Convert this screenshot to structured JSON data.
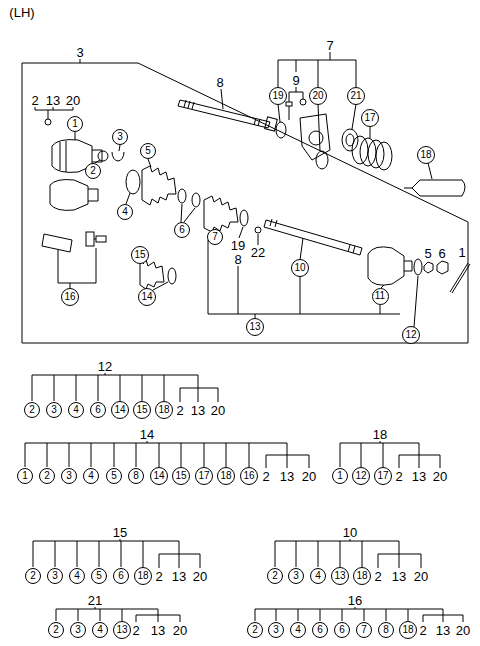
{
  "diagram": {
    "nodes": [
      {
        "text": [
          "19"
        ]
      },
      {
        "text": [
          "20"
        ]
      },
      {
        "text": [
          "21"
        ]
      },
      {
        "text": [
          "17"
        ]
      },
      {
        "text": [
          "18"
        ]
      },
      {
        "text": [
          "1"
        ]
      },
      {
        "text": [
          "3"
        ]
      },
      {
        "text": [
          "5"
        ]
      },
      {
        "text": [
          "2"
        ]
      },
      {
        "text": [
          "4"
        ]
      },
      {
        "text": [
          "6"
        ]
      },
      {
        "text": [
          "7"
        ]
      },
      {
        "text": [
          "15"
        ]
      },
      {
        "text": [
          "10"
        ]
      },
      {
        "text": [
          "11"
        ]
      },
      {
        "text": [
          "16"
        ]
      },
      {
        "text": [
          "14"
        ]
      },
      {
        "text": [
          "13"
        ]
      },
      {
        "text": [
          "12"
        ]
      },
      {
        "text": [
          "2"
        ]
      },
      {
        "text": [
          "3"
        ]
      },
      {
        "text": [
          "4"
        ]
      },
      {
        "text": [
          "6"
        ]
      },
      {
        "text": [
          "14"
        ]
      },
      {
        "text": [
          "15"
        ]
      },
      {
        "text": [
          "18"
        ]
      },
      {
        "text": [
          "1"
        ]
      },
      {
        "text": [
          "2"
        ]
      },
      {
        "text": [
          "3"
        ]
      },
      {
        "text": [
          "4"
        ]
      },
      {
        "text": [
          "5"
        ]
      },
      {
        "text": [
          "8"
        ]
      },
      {
        "text": [
          "14"
        ]
      },
      {
        "text": [
          "15"
        ]
      },
      {
        "text": [
          "17"
        ]
      },
      {
        "text": [
          "18"
        ]
      },
      {
        "text": [
          "16"
        ]
      },
      {
        "text": [
          "1"
        ]
      },
      {
        "text": [
          "12"
        ]
      },
      {
        "text": [
          "17"
        ]
      },
      {
        "text": [
          "2"
        ]
      },
      {
        "text": [
          "3"
        ]
      },
      {
        "text": [
          "4"
        ]
      },
      {
        "text": [
          "5"
        ]
      },
      {
        "text": [
          "6"
        ]
      },
      {
        "text": [
          "18"
        ]
      },
      {
        "text": [
          "2"
        ]
      },
      {
        "text": [
          "3"
        ]
      },
      {
        "text": [
          "4"
        ]
      },
      {
        "text": [
          "13"
        ]
      },
      {
        "text": [
          "18"
        ]
      },
      {
        "text": [
          "2"
        ]
      },
      {
        "text": [
          "3"
        ]
      },
      {
        "text": [
          "4"
        ]
      },
      {
        "text": [
          "13"
        ]
      },
      {
        "text": [
          "2"
        ]
      },
      {
        "text": [
          "3"
        ]
      },
      {
        "text": [
          "4"
        ]
      },
      {
        "text": [
          "6"
        ]
      },
      {
        "text": [
          "6"
        ]
      },
      {
        "text": [
          "7"
        ]
      },
      {
        "text": [
          "8"
        ]
      },
      {
        "text": [
          "18"
        ]
      }
    ],
    "labels": [
      "(LH)",
      "3",
      "7",
      "8",
      "9",
      "2",
      "13",
      "20",
      "5",
      "6",
      "1",
      "19",
      "8",
      "22",
      "12",
      "2",
      "13",
      "20",
      "14",
      "2",
      "13",
      "20",
      "18",
      "2",
      "13",
      "20",
      "15",
      "2",
      "13",
      "20",
      "10",
      "2",
      "13",
      "20",
      "21",
      "2",
      "13",
      "20",
      "16",
      "2",
      "13",
      "20"
    ]
  }
}
